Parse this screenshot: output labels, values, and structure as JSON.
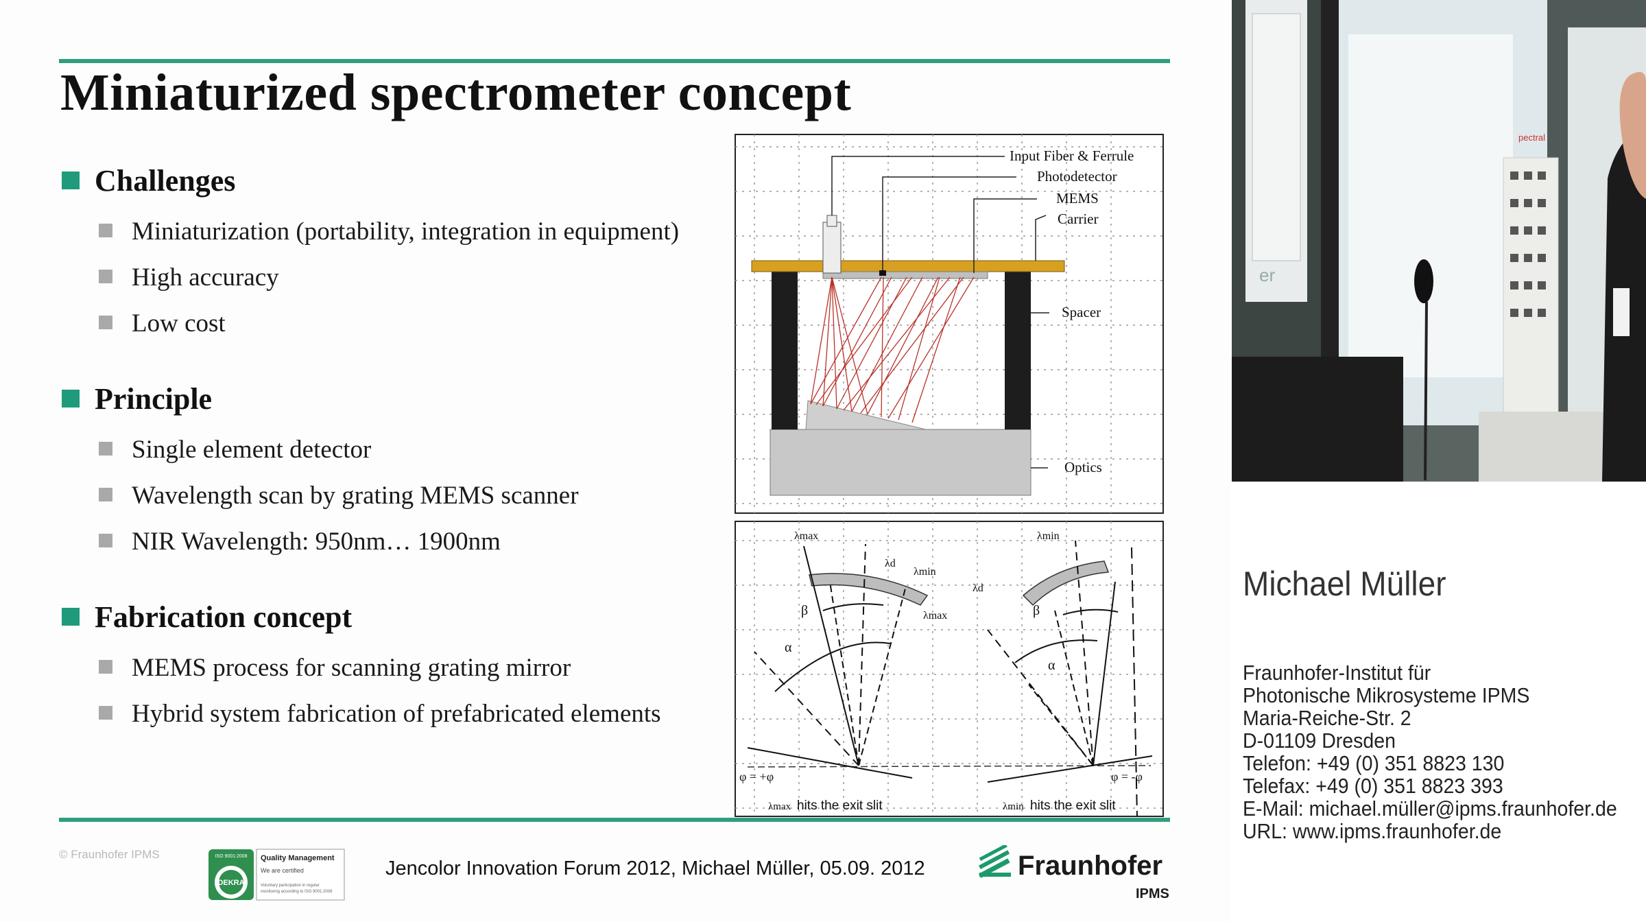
{
  "slide": {
    "title": "Miniaturized spectrometer concept",
    "sections": [
      {
        "heading": "Challenges",
        "items": [
          "Miniaturization (portability, integration in equipment)",
          "High accuracy",
          "Low cost"
        ]
      },
      {
        "heading": "Principle",
        "items": [
          "Single element detector",
          "Wavelength scan by grating MEMS scanner",
          "NIR Wavelength: 950nm… 1900nm"
        ]
      },
      {
        "heading": "Fabrication concept",
        "items": [
          "MEMS process for scanning grating mirror",
          "Hybrid system fabrication of prefabricated elements"
        ]
      }
    ],
    "figure_top_labels": {
      "input_fiber": "Input Fiber & Ferrule",
      "photodetector": "Photodetector",
      "mems": "MEMS",
      "carrier": "Carrier",
      "spacer": "Spacer",
      "optics": "Optics"
    },
    "figure_bottom_labels": {
      "lmax_left": "λmax",
      "ld_left": "λd",
      "lmin_left": "λmin",
      "beta_left": "β",
      "alpha_left": "α",
      "phi_left": "φ = +φ",
      "caption_left_sym": "λmax",
      "caption_left": "hits the exit slit",
      "lmin_right": "λmin",
      "ld_right": "λd",
      "lmax_right": "λmax",
      "beta_right": "β",
      "alpha_right": "α",
      "phi_right": "φ = -φ",
      "caption_right_sym": "λmin",
      "caption_right": "hits the exit slit"
    },
    "copyright": "© Fraunhofer IPMS",
    "cert": {
      "top": "ISO 9001:2008",
      "badge": "DEKRA",
      "line1": "Quality Management",
      "line2": "We are certified",
      "line3": "Voluntary participation in regular",
      "line4": "monitoring according to ISO 9001:2008"
    },
    "footer": "Jencolor Innovation Forum 2012, Michael Müller, 05.09. 2012",
    "logo_name": "Fraunhofer",
    "logo_sub": "IPMS"
  },
  "speaker": {
    "name": "Michael Müller",
    "contact": [
      "Fraunhofer-Institut für",
      "Photonische Mikrosysteme IPMS",
      "Maria-Reiche-Str. 2",
      "D-01109 Dresden",
      "Telefon: +49 (0) 351 8823 130",
      "Telefax: +49 (0) 351 8823 393",
      "E-Mail: michael.müller@ipms.fraunhofer.de",
      "URL: www.ipms.fraunhofer.de"
    ]
  },
  "colors": {
    "accent": "#2e9e7c",
    "bullet_main": "#1f9a7a",
    "bullet_sub": "#a9a9a9",
    "carrier": "#d8a020",
    "beam": "#b83228"
  },
  "video_text": {
    "poster_fragment": "er",
    "banner_fragment": "pectral"
  }
}
